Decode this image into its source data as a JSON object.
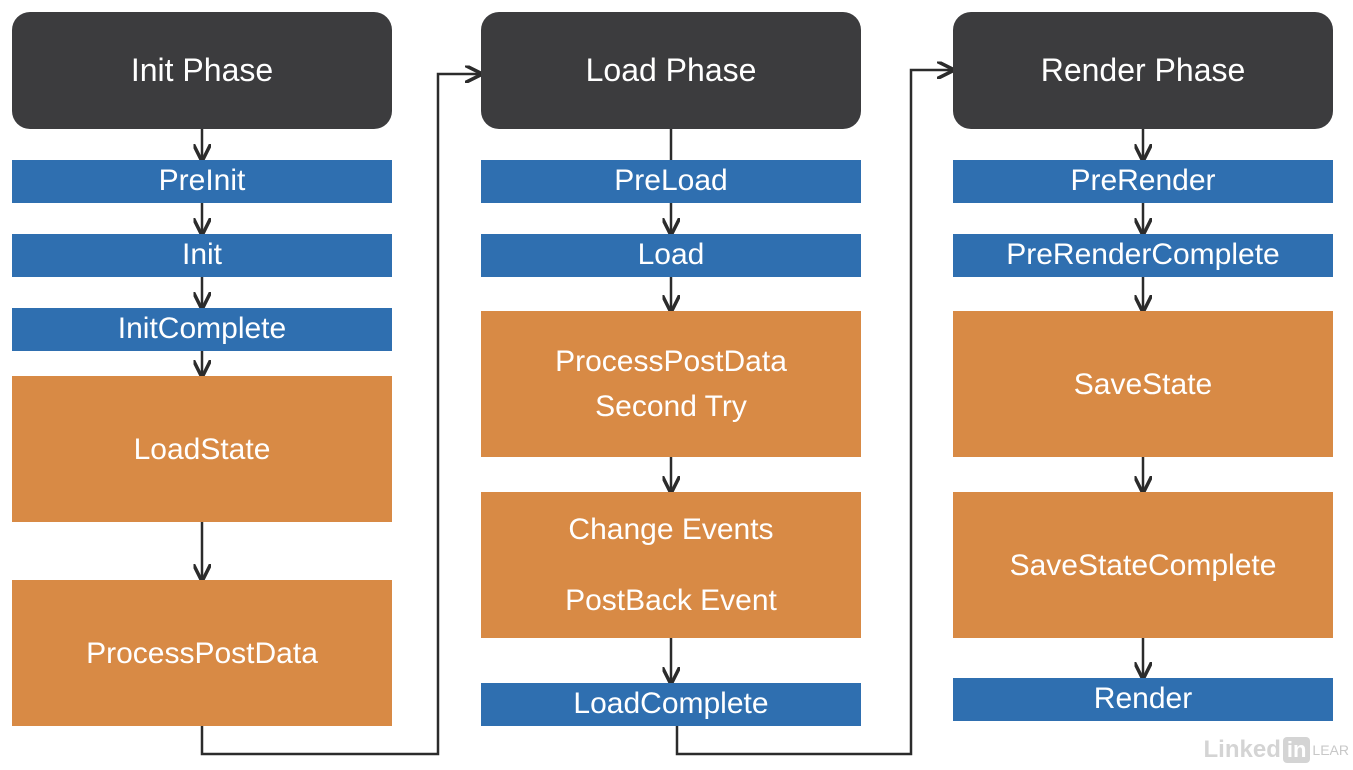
{
  "columns": [
    {
      "phase": "Init Phase",
      "items": [
        {
          "lines": [
            "PreInit"
          ],
          "kind": "blue"
        },
        {
          "lines": [
            "Init"
          ],
          "kind": "blue"
        },
        {
          "lines": [
            "InitComplete"
          ],
          "kind": "blue"
        },
        {
          "lines": [
            "LoadState"
          ],
          "kind": "orange"
        },
        {
          "lines": [
            "ProcessPostData"
          ],
          "kind": "orange"
        }
      ]
    },
    {
      "phase": "Load Phase",
      "items": [
        {
          "lines": [
            "PreLoad"
          ],
          "kind": "blue"
        },
        {
          "lines": [
            "Load"
          ],
          "kind": "blue"
        },
        {
          "lines": [
            "ProcessPostData",
            "Second Try"
          ],
          "kind": "orange"
        },
        {
          "lines": [
            "Change Events",
            "",
            "PostBack Event"
          ],
          "kind": "orange"
        },
        {
          "lines": [
            "LoadComplete"
          ],
          "kind": "blue"
        }
      ]
    },
    {
      "phase": "Render Phase",
      "items": [
        {
          "lines": [
            "PreRender"
          ],
          "kind": "blue"
        },
        {
          "lines": [
            "PreRenderComplete"
          ],
          "kind": "blue"
        },
        {
          "lines": [
            "SaveState"
          ],
          "kind": "orange"
        },
        {
          "lines": [
            "SaveStateComplete"
          ],
          "kind": "orange"
        },
        {
          "lines": [
            "Render"
          ],
          "kind": "blue"
        }
      ]
    }
  ],
  "colors": {
    "phase": "#3c3c3e",
    "event": "#2f6fb0",
    "process": "#d88a45",
    "arrow": "#2b2b2b"
  },
  "watermark": {
    "brand": "Linked",
    "badge": "in",
    "tail": "LEAR"
  }
}
